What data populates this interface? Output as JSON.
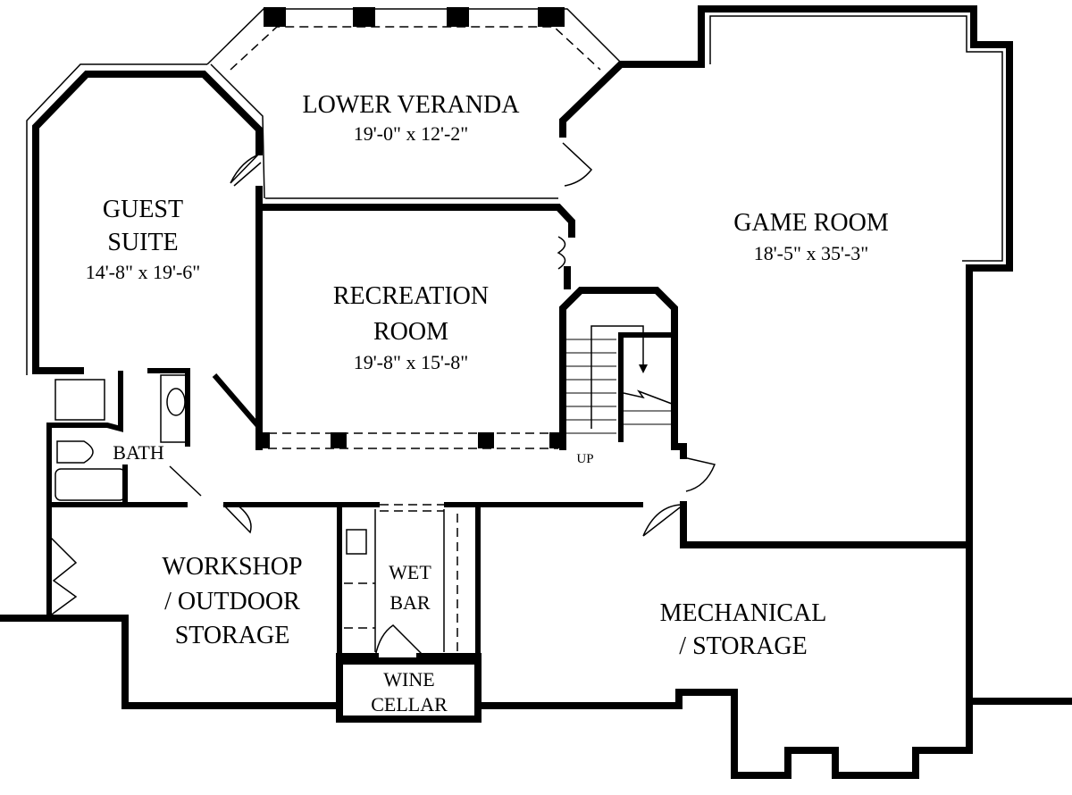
{
  "title": "Lower Level Floor Plan",
  "rooms": {
    "lower_veranda": {
      "name": "LOWER VERANDA",
      "size": "19'-0\" x 12'-2\""
    },
    "guest_suite": {
      "name_line1": "GUEST",
      "name_line2": "SUITE",
      "size": "14'-8\" x 19'-6\""
    },
    "recreation_room": {
      "name_line1": "RECREATION",
      "name_line2": "ROOM",
      "size": "19'-8\" x 15'-8\""
    },
    "game_room": {
      "name": "GAME ROOM",
      "size": "18'-5\" x 35'-3\""
    },
    "bath": {
      "name": "BATH"
    },
    "stairs": {
      "label": "UP"
    },
    "workshop": {
      "name_line1": "WORKSHOP",
      "name_line2": "/ OUTDOOR",
      "name_line3": "STORAGE"
    },
    "wet_bar": {
      "name_line1": "WET",
      "name_line2": "BAR"
    },
    "wine_cellar": {
      "name_line1": "WINE",
      "name_line2": "CELLAR"
    },
    "mechanical": {
      "name_line1": "MECHANICAL",
      "name_line2": "/ STORAGE"
    }
  }
}
